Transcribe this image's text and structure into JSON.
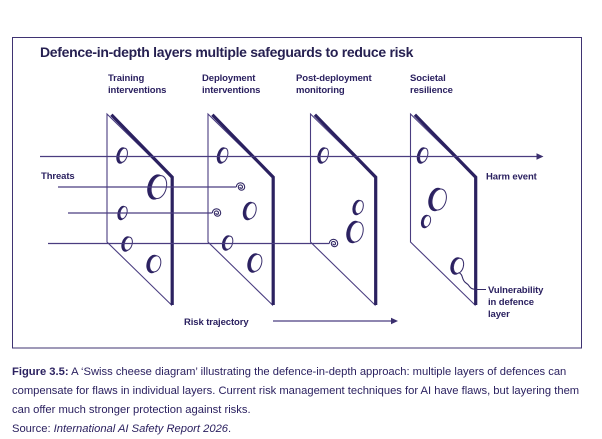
{
  "colors": {
    "ink": "#2b2160",
    "line_purple": "#4a3d80",
    "background": "#ffffff"
  },
  "diagram": {
    "title": "Defence-in-depth layers multiple safeguards to reduce risk",
    "layers": [
      {
        "line1": "Training",
        "line2": "interventions"
      },
      {
        "line1": "Deployment",
        "line2": "interventions"
      },
      {
        "line1": "Post-deployment",
        "line2": "monitoring"
      },
      {
        "line1": "Societal",
        "line2": "resilience"
      }
    ],
    "threats_label": "Threats",
    "harm_label": "Harm event",
    "risk_label": "Risk trajectory",
    "vulnerability": {
      "line1": "Vulnerability",
      "line2": "in defence",
      "line3": "layer"
    }
  },
  "caption": {
    "figure_label": "Figure 3.5:",
    "body": " A ‘Swiss cheese diagram’ illustrating the defence-in-depth approach: multiple layers of defences can compensate for flaws in individual layers. Current risk management techniques for AI have flaws, but layering them can offer much stronger protection against risks.",
    "source_prefix": "Source: ",
    "source_title": "International AI Safety Report 2026",
    "source_suffix": "."
  }
}
